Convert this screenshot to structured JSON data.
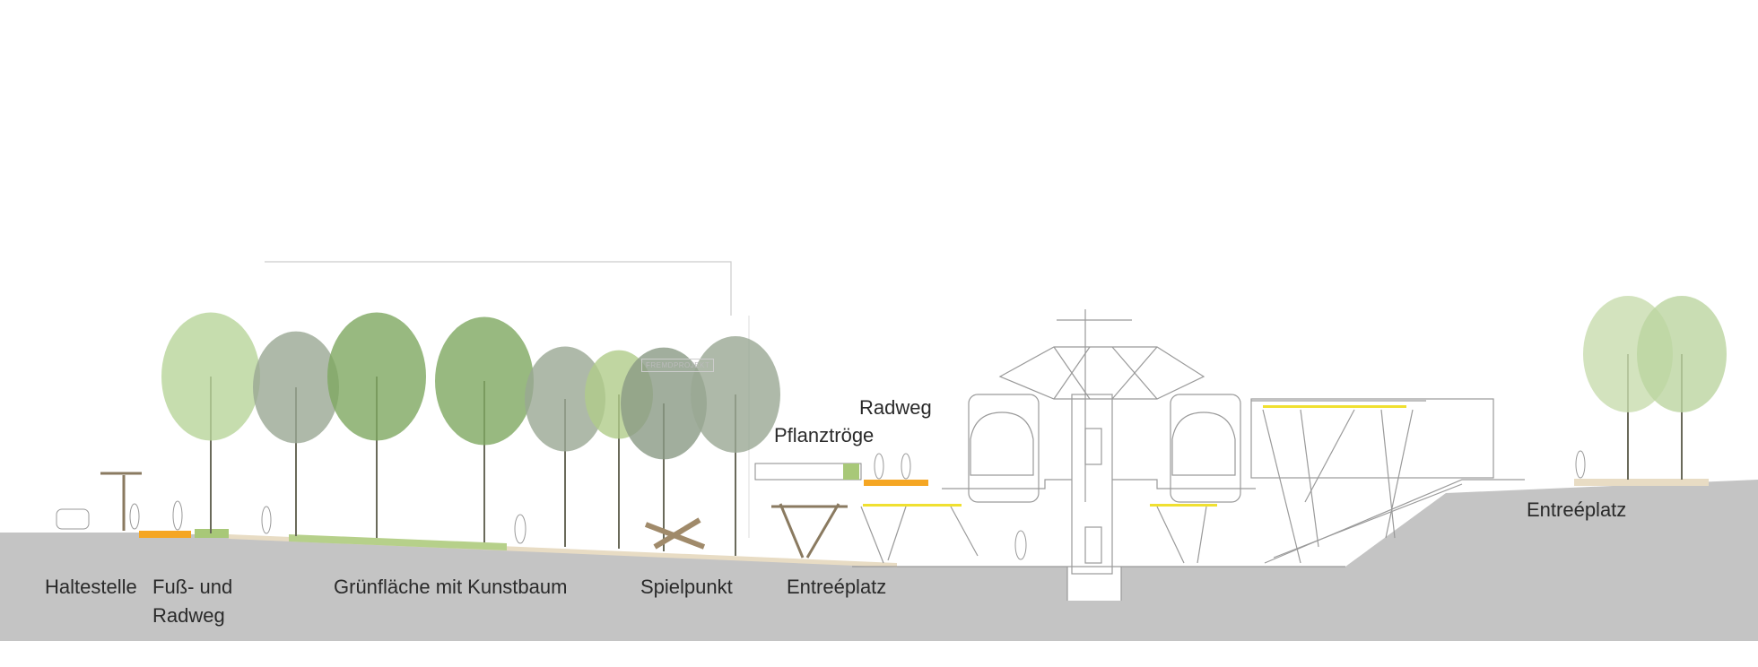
{
  "labels": {
    "haltestelle": "Haltestelle",
    "fuss_radweg_1": "Fuß- und",
    "fuss_radweg_2": "Radweg",
    "gruenflaeche": "Grünfläche mit Kunstbaum",
    "spielpunkt": "Spielpunkt",
    "entreeplatz_left": "Entreéplatz",
    "pflanztroege": "Pflanztröge",
    "radweg_upper": "Radweg",
    "entreeplatz_right": "Entreéplatz",
    "fremdprojekt": "FREMDPROJEKT"
  },
  "colors": {
    "ground": "#c4c4c4",
    "path": "#e8dcc4",
    "bike_lane": "#f5a623",
    "planting": "#a8c878",
    "light": "#f0e030",
    "line": "#9a9a9a"
  }
}
